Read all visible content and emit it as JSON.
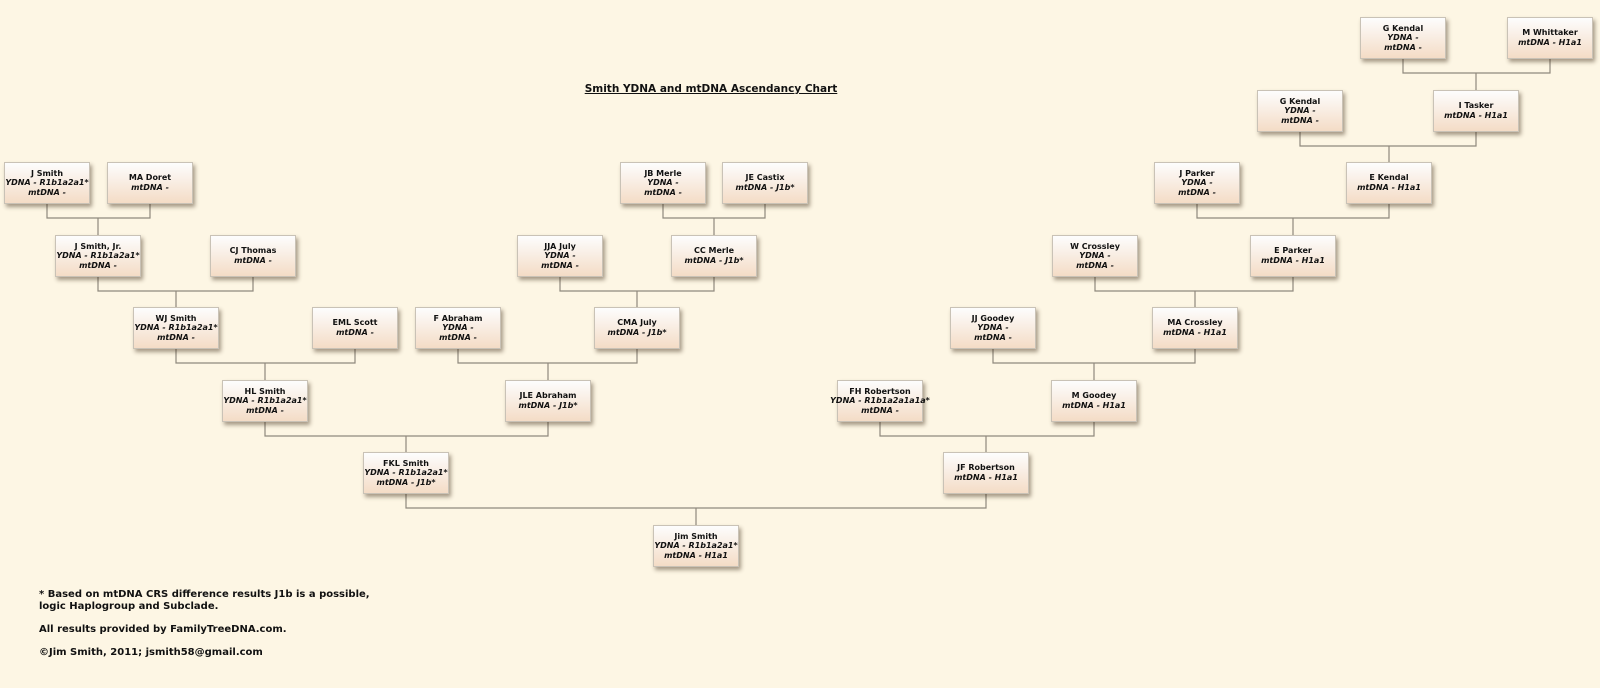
{
  "title": "Smith YDNA and mtDNA Ascendancy Chart",
  "people": {
    "gk1": {
      "name": "G Kendal",
      "ydna": "YDNA -",
      "mtdna": "mtDNA -"
    },
    "mw": {
      "name": "M Whittaker",
      "ydna": "",
      "mtdna": "mtDNA - H1a1"
    },
    "gk2": {
      "name": "G Kendal",
      "ydna": "YDNA -",
      "mtdna": "mtDNA -"
    },
    "it": {
      "name": "I Tasker",
      "ydna": "",
      "mtdna": "mtDNA - H1a1"
    },
    "js1": {
      "name": "J Smith",
      "ydna": "YDNA - R1b1a2a1*",
      "mtdna": "mtDNA -"
    },
    "mad": {
      "name": "MA Doret",
      "ydna": "",
      "mtdna": "mtDNA -"
    },
    "jbm": {
      "name": "JB Merle",
      "ydna": "YDNA -",
      "mtdna": "mtDNA -"
    },
    "jec": {
      "name": "JE Castix",
      "ydna": "",
      "mtdna": "mtDNA - J1b*"
    },
    "jp": {
      "name": "J Parker",
      "ydna": "YDNA -",
      "mtdna": "mtDNA -"
    },
    "ek": {
      "name": "E Kendal",
      "ydna": "",
      "mtdna": "mtDNA - H1a1"
    },
    "jsj": {
      "name": "J Smith, Jr.",
      "ydna": "YDNA - R1b1a2a1*",
      "mtdna": "mtDNA -"
    },
    "cjt": {
      "name": "CJ Thomas",
      "ydna": "",
      "mtdna": "mtDNA -"
    },
    "jjaj": {
      "name": "JJA July",
      "ydna": "YDNA -",
      "mtdna": "mtDNA -"
    },
    "ccm": {
      "name": "CC Merle",
      "ydna": "",
      "mtdna": "mtDNA - J1b*"
    },
    "wc": {
      "name": "W Crossley",
      "ydna": "YDNA -",
      "mtdna": "mtDNA -"
    },
    "ep": {
      "name": "E Parker",
      "ydna": "",
      "mtdna": "mtDNA - H1a1"
    },
    "wjs": {
      "name": "WJ Smith",
      "ydna": "YDNA - R1b1a2a1*",
      "mtdna": "mtDNA -"
    },
    "emls": {
      "name": "EML Scott",
      "ydna": "",
      "mtdna": "mtDNA -"
    },
    "fa": {
      "name": "F Abraham",
      "ydna": "YDNA -",
      "mtdna": "mtDNA -"
    },
    "cmaj": {
      "name": "CMA July",
      "ydna": "",
      "mtdna": "mtDNA - J1b*"
    },
    "jjg": {
      "name": "JJ Goodey",
      "ydna": "YDNA -",
      "mtdna": "mtDNA -"
    },
    "mac": {
      "name": "MA Crossley",
      "ydna": "",
      "mtdna": "mtDNA - H1a1"
    },
    "hls": {
      "name": "HL Smith",
      "ydna": "YDNA - R1b1a2a1*",
      "mtdna": "mtDNA -"
    },
    "jlea": {
      "name": "JLE Abraham",
      "ydna": "",
      "mtdna": "mtDNA - J1b*"
    },
    "fhr": {
      "name": "FH Robertson",
      "ydna": "YDNA - R1b1a2a1a1a*",
      "mtdna": "mtDNA -"
    },
    "mg": {
      "name": "M Goodey",
      "ydna": "",
      "mtdna": "mtDNA - H1a1"
    },
    "fkls": {
      "name": "FKL Smith",
      "ydna": "YDNA - R1b1a2a1*",
      "mtdna": "mtDNA - J1b*"
    },
    "jfr": {
      "name": "JF Robertson",
      "ydna": "",
      "mtdna": "mtDNA - H1a1"
    },
    "jims": {
      "name": "Jim Smith",
      "ydna": "YDNA - R1b1a2a1*",
      "mtdna": "mtDNA - H1a1"
    }
  },
  "notes": {
    "footnote": "* Based on mtDNA CRS difference results J1b is a possible, logic Haplogroup and Subclade.",
    "source": "All results provided by FamilyTreeDNA.com.",
    "copyright": "©Jim Smith, 2011; jsmith58@gmail.com"
  },
  "colors": {
    "background": "#fdf6e4",
    "connector": "#8f897d",
    "box_top": "#fdfdfd",
    "box_bottom": "#f4dcc6"
  }
}
